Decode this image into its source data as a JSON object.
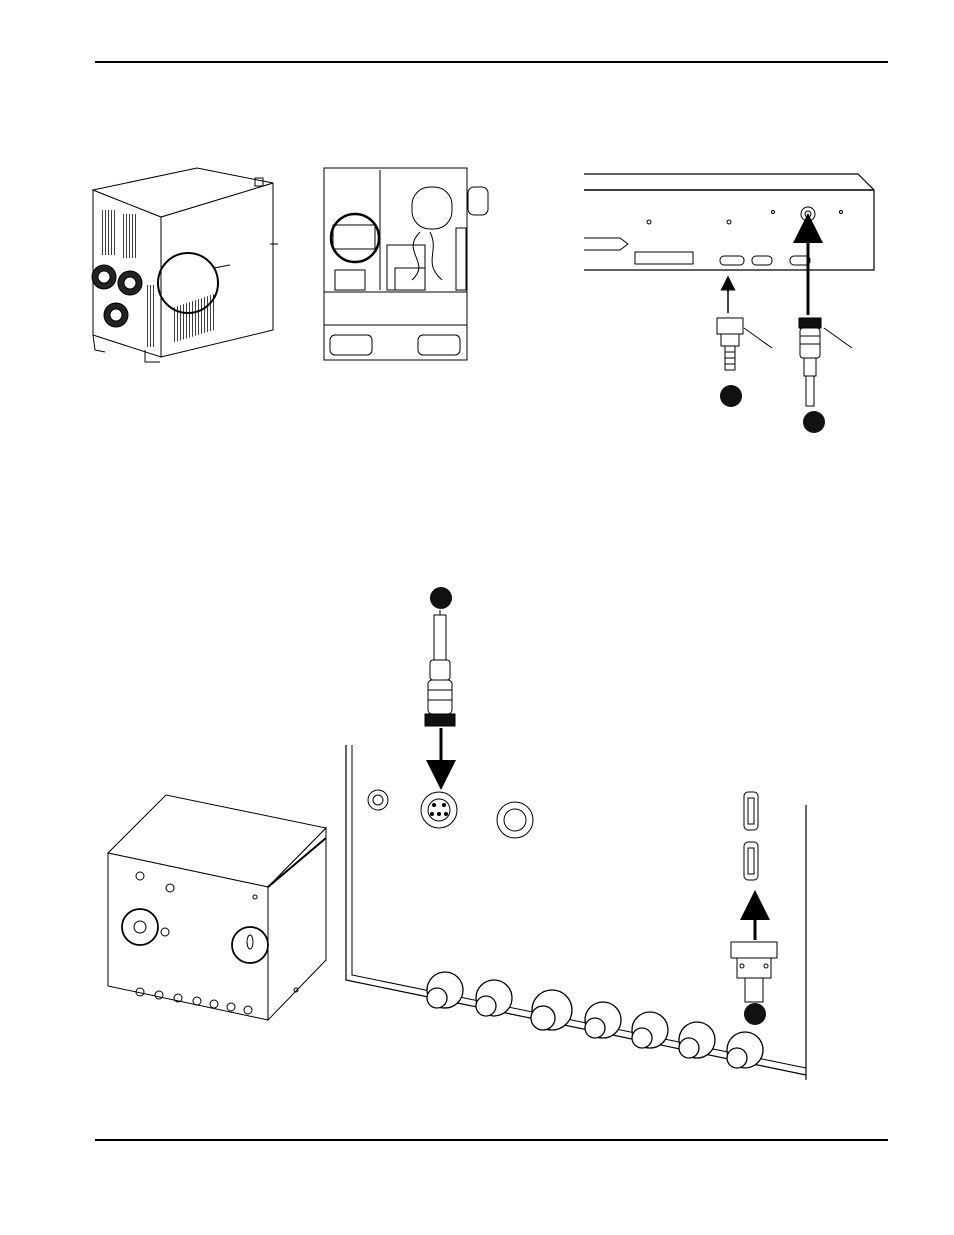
{
  "page": {
    "header_rule": true,
    "footer_rule": true
  },
  "illustrations": [
    {
      "name": "power-supply-rear-view",
      "icon": "power-supply-cabinet-icon"
    },
    {
      "name": "power-supply-interior-view",
      "icon": "power-supply-interior-icon"
    },
    {
      "name": "control-board-connector-detail",
      "icon": "connector-panel-icon"
    },
    {
      "name": "console-enclosure-view",
      "icon": "console-box-icon"
    },
    {
      "name": "console-rear-panel-detail",
      "icon": "rear-panel-fittings-icon"
    }
  ],
  "callouts": [
    {
      "name": "callout-marker-1",
      "label": ""
    },
    {
      "name": "callout-marker-2",
      "label": ""
    },
    {
      "name": "callout-marker-3",
      "label": ""
    },
    {
      "name": "callout-marker-4",
      "label": ""
    }
  ],
  "colors": {
    "line": "#000000",
    "background": "#ffffff"
  }
}
